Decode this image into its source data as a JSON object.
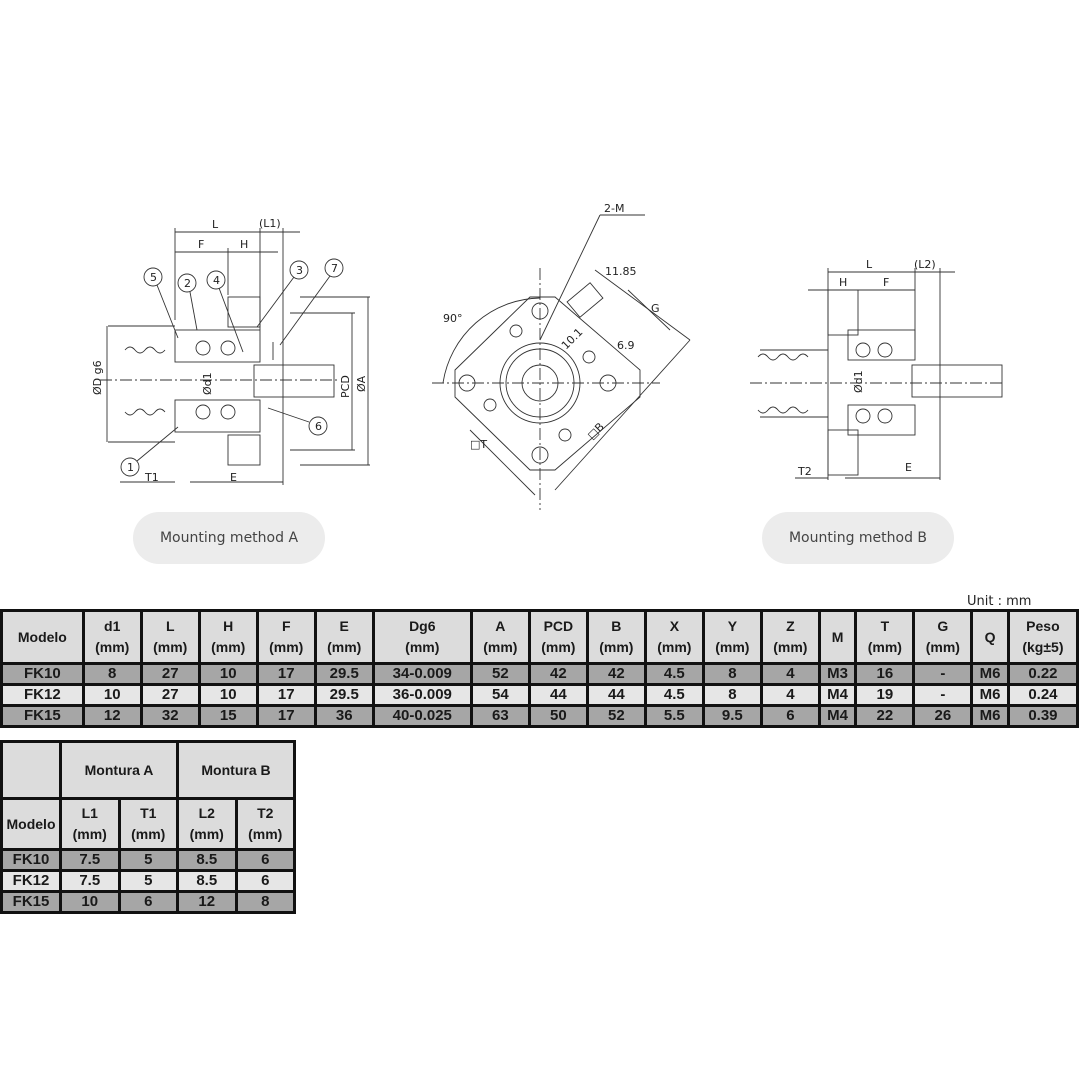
{
  "drawings": {
    "mounting_a": {
      "caption": "Mounting method A",
      "labels": [
        "L",
        "(L1)",
        "F",
        "H",
        "ØD g6",
        "Ød1",
        "PCD",
        "ØA",
        "T1",
        "E"
      ],
      "callouts": [
        "1",
        "2",
        "3",
        "4",
        "5",
        "6",
        "7"
      ]
    },
    "front_view": {
      "labels": [
        "2-M",
        "11.85",
        "G",
        "90°",
        "10.1",
        "6.9",
        "□T",
        "□B"
      ]
    },
    "mounting_b": {
      "caption": "Mounting method B",
      "labels": [
        "L",
        "(L2)",
        "H",
        "F",
        "Ød1",
        "T2",
        "E"
      ]
    }
  },
  "unit_label": "Unit : mm",
  "main_table": {
    "headers": [
      {
        "name": "Modelo",
        "unit": ""
      },
      {
        "name": "d1",
        "unit": "(mm)"
      },
      {
        "name": "L",
        "unit": "(mm)"
      },
      {
        "name": "H",
        "unit": "(mm)"
      },
      {
        "name": "F",
        "unit": "(mm)"
      },
      {
        "name": "E",
        "unit": "(mm)"
      },
      {
        "name": "Dg6",
        "unit": "(mm)"
      },
      {
        "name": "A",
        "unit": "(mm)"
      },
      {
        "name": "PCD",
        "unit": "(mm)"
      },
      {
        "name": "B",
        "unit": "(mm)"
      },
      {
        "name": "X",
        "unit": "(mm)"
      },
      {
        "name": "Y",
        "unit": "(mm)"
      },
      {
        "name": "Z",
        "unit": "(mm)"
      },
      {
        "name": "M",
        "unit": ""
      },
      {
        "name": "T",
        "unit": "(mm)"
      },
      {
        "name": "G",
        "unit": "(mm)"
      },
      {
        "name": "Q",
        "unit": ""
      },
      {
        "name": "Peso",
        "unit": "(kg±5)"
      }
    ],
    "rows": [
      [
        "FK10",
        "8",
        "27",
        "10",
        "17",
        "29.5",
        "34-0.009",
        "52",
        "42",
        "42",
        "4.5",
        "8",
        "4",
        "M3",
        "16",
        "-",
        "M6",
        "0.22"
      ],
      [
        "FK12",
        "10",
        "27",
        "10",
        "17",
        "29.5",
        "36-0.009",
        "54",
        "44",
        "44",
        "4.5",
        "8",
        "4",
        "M4",
        "19",
        "-",
        "M6",
        "0.24"
      ],
      [
        "FK15",
        "12",
        "32",
        "15",
        "17",
        "36",
        "40-0.025",
        "63",
        "50",
        "52",
        "5.5",
        "9.5",
        "6",
        "M4",
        "22",
        "26",
        "M6",
        "0.39"
      ]
    ]
  },
  "mount_table": {
    "group_headers": [
      "",
      "Montura A",
      "Montura B"
    ],
    "headers": [
      {
        "name": "Modelo",
        "unit": ""
      },
      {
        "name": "L1",
        "unit": "(mm)"
      },
      {
        "name": "T1",
        "unit": "(mm)"
      },
      {
        "name": "L2",
        "unit": "(mm)"
      },
      {
        "name": "T2",
        "unit": "(mm)"
      }
    ],
    "rows": [
      [
        "FK10",
        "7.5",
        "5",
        "8.5",
        "6"
      ],
      [
        "FK12",
        "7.5",
        "5",
        "8.5",
        "6"
      ],
      [
        "FK15",
        "10",
        "6",
        "12",
        "8"
      ]
    ]
  }
}
